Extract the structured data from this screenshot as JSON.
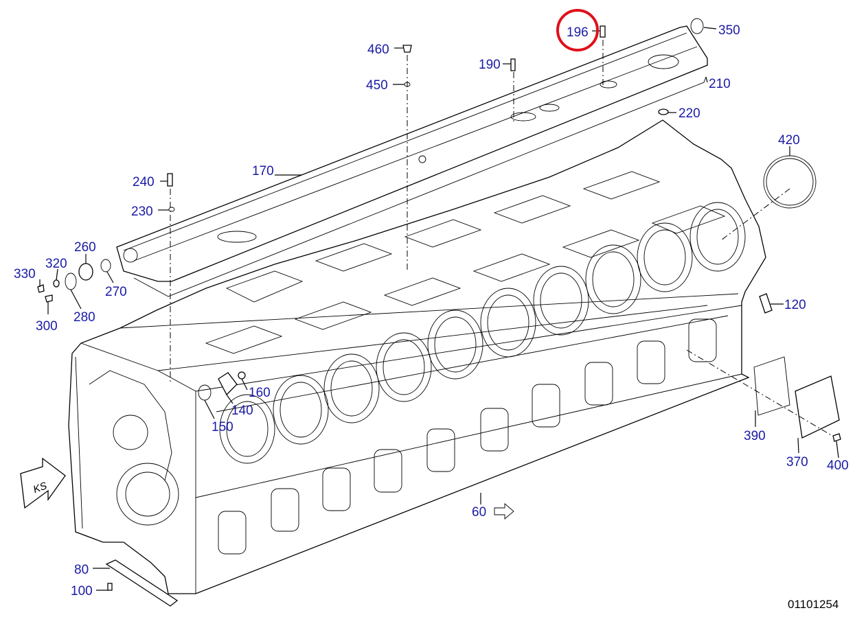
{
  "drawing_number": "01101254",
  "highlight_color": "#e0101a",
  "label_color": "#1a1aa6",
  "direction_marker": "KS",
  "highlighted_callout": "196",
  "callouts": [
    {
      "id": "196"
    },
    {
      "id": "350"
    },
    {
      "id": "460"
    },
    {
      "id": "190"
    },
    {
      "id": "450"
    },
    {
      "id": "210"
    },
    {
      "id": "220"
    },
    {
      "id": "420"
    },
    {
      "id": "170"
    },
    {
      "id": "240"
    },
    {
      "id": "230"
    },
    {
      "id": "260"
    },
    {
      "id": "320"
    },
    {
      "id": "330"
    },
    {
      "id": "270"
    },
    {
      "id": "300"
    },
    {
      "id": "280"
    },
    {
      "id": "120"
    },
    {
      "id": "160"
    },
    {
      "id": "140"
    },
    {
      "id": "150"
    },
    {
      "id": "390"
    },
    {
      "id": "370"
    },
    {
      "id": "400"
    },
    {
      "id": "60"
    },
    {
      "id": "80"
    },
    {
      "id": "100"
    }
  ]
}
